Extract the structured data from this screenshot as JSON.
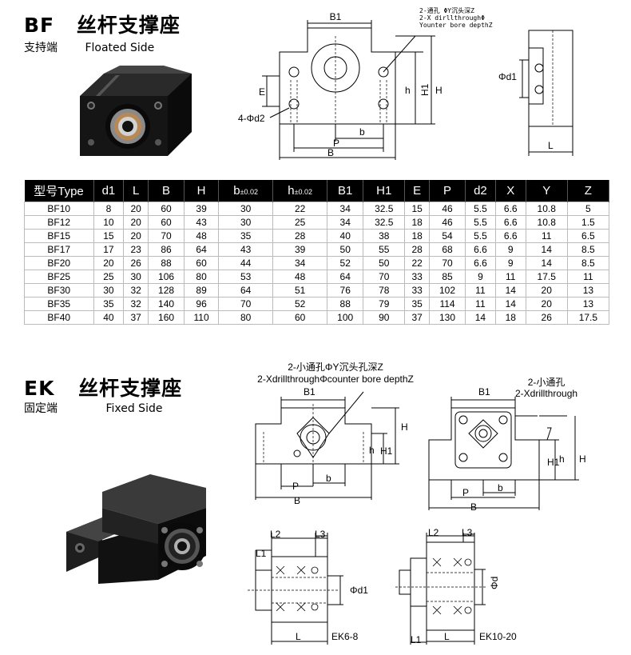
{
  "bf": {
    "title_code": "BF",
    "title_cn": "丝杆支撑座",
    "sub_cn": "支持端",
    "sub_en": "Floated Side",
    "diagram": {
      "hole_note": [
        "2-通孔 ΦY沉头深Z",
        "2-X dirllthroughΦ",
        "Younter bore depthZ"
      ],
      "B1": "B1",
      "E": "E",
      "h": "h",
      "H1": "H1",
      "H": "H",
      "d2": "4-Φd2",
      "b": "b",
      "P": "P",
      "B": "B",
      "d1": "Φd1",
      "L": "L"
    }
  },
  "table": {
    "headers": [
      "型号Type",
      "d1",
      "L",
      "B",
      "H",
      "b",
      "h",
      "B1",
      "H1",
      "E",
      "P",
      "d2",
      "X",
      "Y",
      "Z"
    ],
    "tol_b": "±0.02",
    "tol_h": "±0.02",
    "rows": [
      [
        "BF10",
        "8",
        "20",
        "60",
        "39",
        "30",
        "22",
        "34",
        "32.5",
        "15",
        "46",
        "5.5",
        "6.6",
        "10.8",
        "5"
      ],
      [
        "BF12",
        "10",
        "20",
        "60",
        "43",
        "30",
        "25",
        "34",
        "32.5",
        "18",
        "46",
        "5.5",
        "6.6",
        "10.8",
        "1.5"
      ],
      [
        "BF15",
        "15",
        "20",
        "70",
        "48",
        "35",
        "28",
        "40",
        "38",
        "18",
        "54",
        "5.5",
        "6.6",
        "11",
        "6.5"
      ],
      [
        "BF17",
        "17",
        "23",
        "86",
        "64",
        "43",
        "39",
        "50",
        "55",
        "28",
        "68",
        "6.6",
        "9",
        "14",
        "8.5"
      ],
      [
        "BF20",
        "20",
        "26",
        "88",
        "60",
        "44",
        "34",
        "52",
        "50",
        "22",
        "70",
        "6.6",
        "9",
        "14",
        "8.5"
      ],
      [
        "BF25",
        "25",
        "30",
        "106",
        "80",
        "53",
        "48",
        "64",
        "70",
        "33",
        "85",
        "9",
        "11",
        "17.5",
        "11"
      ],
      [
        "BF30",
        "30",
        "32",
        "128",
        "89",
        "64",
        "51",
        "76",
        "78",
        "33",
        "102",
        "11",
        "14",
        "20",
        "13"
      ],
      [
        "BF35",
        "35",
        "32",
        "140",
        "96",
        "70",
        "52",
        "88",
        "79",
        "35",
        "114",
        "11",
        "14",
        "20",
        "13"
      ],
      [
        "BF40",
        "40",
        "37",
        "160",
        "110",
        "80",
        "60",
        "100",
        "90",
        "37",
        "130",
        "14",
        "18",
        "26",
        "17.5"
      ]
    ]
  },
  "ek": {
    "title_code": "EK",
    "title_cn": "丝杆支撑座",
    "sub_cn": "固定端",
    "sub_en": "Fixed Side",
    "note1": [
      "2-小通孔ΦY沉头孔深Z",
      "2-XdrillthroughΦcounter bore depthZ"
    ],
    "note2": [
      "2-小通孔",
      "2-Xdrillthrough"
    ],
    "B1": "B1",
    "H": "H",
    "h": "h",
    "H1": "H1",
    "P": "P",
    "b": "b",
    "B": "B",
    "L1": "L1",
    "L2": "L2",
    "L3": "L3",
    "L": "L",
    "d1": "Φd1",
    "d": "Φd",
    "cap_a": "EK6-8",
    "cap_b": "EK10-20"
  }
}
